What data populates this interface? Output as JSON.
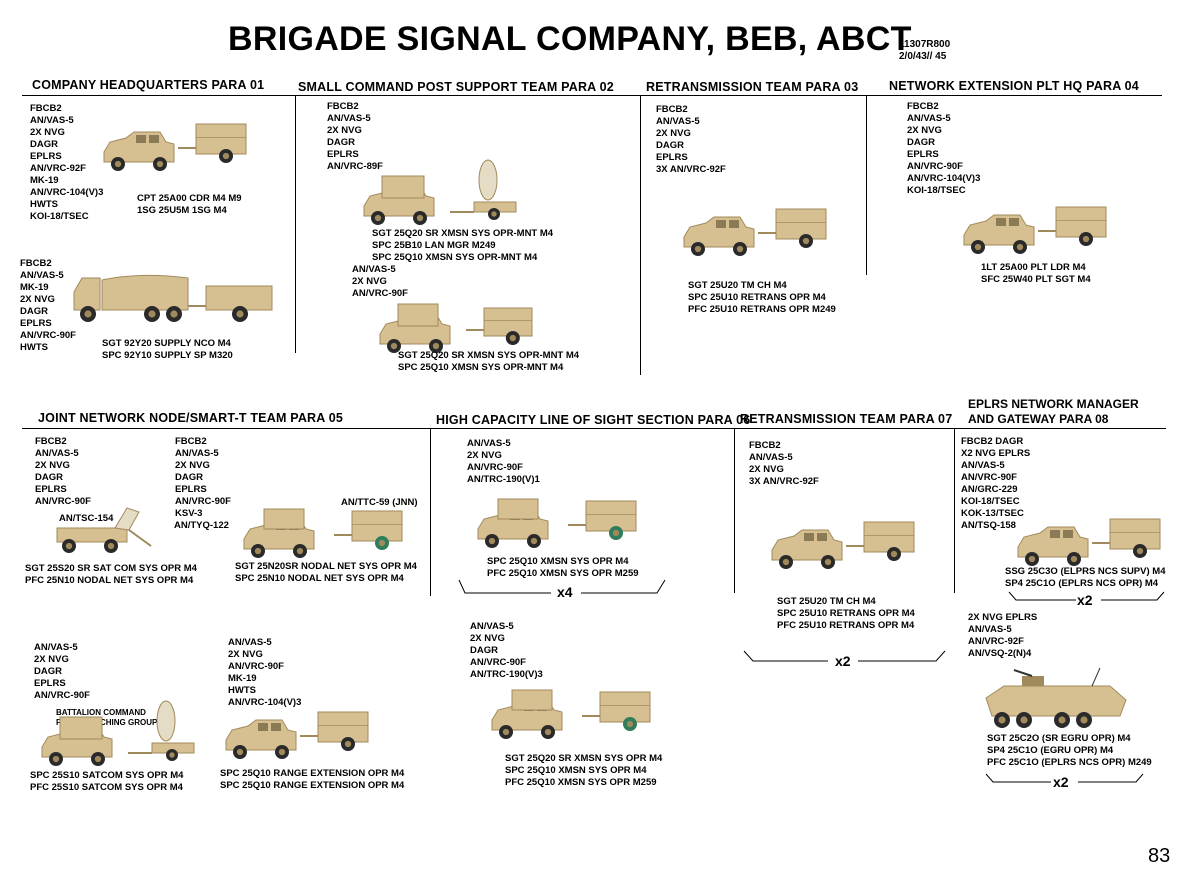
{
  "title": "BRIGADE SIGNAL COMPANY, BEB, ABCT",
  "code": [
    "11307R800",
    "2/0/43// 45"
  ],
  "page_number": "83",
  "colors": {
    "vehicle": "#d6c092",
    "vehicle_dark": "#a08a5c",
    "tire": "#2a2a2a",
    "green_wheel": "#2f7d5a"
  },
  "sections": {
    "p01": {
      "header": "COMPANY HEADQUARTERS  PARA 01",
      "eq1": [
        "FBCB2",
        "AN/VAS-5",
        "2X NVG",
        "DAGR",
        "EPLRS",
        "AN/VRC-92F",
        "MK-19",
        "AN/VRC-104(V)3",
        "HWTS",
        "KOI-18/TSEC"
      ],
      "pers1": [
        "CPT 25A00 CDR M4 M9",
        "1SG 25U5M 1SG M4"
      ],
      "eq2": [
        "FBCB2",
        "AN/VAS-5",
        "MK-19",
        "2X NVG",
        "DAGR",
        "EPLRS",
        "AN/VRC-90F",
        "HWTS"
      ],
      "pers2": [
        "SGT 92Y20 SUPPLY NCO M4",
        "SPC 92Y10 SUPPLY SP M320"
      ]
    },
    "p02": {
      "header": "SMALL COMMAND POST SUPPORT TEAM PARA 02",
      "eq1": [
        "FBCB2",
        "AN/VAS-5",
        "2X NVG",
        "DAGR",
        "EPLRS",
        "AN/VRC-89F"
      ],
      "pers1": [
        "SGT 25Q20 SR XMSN SYS OPR-MNT M4",
        "SPC 25B10 LAN MGR M249",
        "SPC 25Q10 XMSN SYS OPR-MNT M4"
      ],
      "eq2": [
        "AN/VAS-5",
        "2X NVG",
        "AN/VRC-90F"
      ],
      "pers2": [
        "SGT 25Q20 SR XMSN SYS OPR-MNT M4",
        "SPC 25Q10 XMSN SYS OPR-MNT M4"
      ]
    },
    "p03": {
      "header": "RETRANSMISSION TEAM  PARA 03",
      "eq1": [
        "FBCB2",
        "AN/VAS-5",
        "2X NVG",
        "DAGR",
        "EPLRS",
        "3X AN/VRC-92F"
      ],
      "pers1": [
        "SGT 25U20 TM CH M4",
        "SPC 25U10 RETRANS OPR M4",
        "PFC 25U10 RETRANS OPR M249"
      ]
    },
    "p04": {
      "header": "NETWORK EXTENSION PLT HQ  PARA 04",
      "eq1": [
        "FBCB2",
        "AN/VAS-5",
        "2X NVG",
        "DAGR",
        "EPLRS",
        "AN/VRC-90F",
        "AN/VRC-104(V)3",
        "KOI-18/TSEC"
      ],
      "pers1": [
        "1LT 25A00 PLT LDR M4",
        "SFC 25W40 PLT SGT M4"
      ]
    },
    "p05": {
      "header": "JOINT NETWORK NODE/SMART-T TEAM  PARA 05",
      "eq1": [
        "FBCB2",
        "AN/VAS-5",
        "2X NVG",
        "DAGR",
        "EPLRS",
        "AN/VRC-90F"
      ],
      "lbl1": "AN/TSC-154",
      "pers1": [
        "SGT 25S20 SR SAT COM SYS OPR M4",
        "PFC 25N10 NODAL NET SYS OPR M4"
      ],
      "eq2": [
        "FBCB2",
        "AN/VAS-5",
        "2X NVG",
        "DAGR",
        "EPLRS",
        "AN/VRC-90F",
        "KSV-3"
      ],
      "lbl2a": " AN/TYQ-122",
      "lbl2b": "AN/TTC-59 (JNN)",
      "pers2": [
        "SGT 25N20SR NODAL NET SYS OPR M4",
        "SPC 25N10 NODAL NET SYS OPR M4"
      ],
      "eq3": [
        "AN/VAS-5",
        "2X NVG",
        "DAGR",
        "EPLRS",
        "AN/VRC-90F"
      ],
      "lbl3": [
        "BATTALION COMMAND",
        "POST SWITCHING GROUP"
      ],
      "pers3": [
        "SPC 25S10 SATCOM SYS OPR M4",
        "PFC 25S10 SATCOM SYS OPR M4"
      ],
      "eq4": [
        "AN/VAS-5",
        "2X NVG",
        "AN/VRC-90F",
        "MK-19",
        "HWTS",
        "AN/VRC-104(V)3"
      ],
      "pers4": [
        "SPC 25Q10 RANGE EXTENSION OPR M4",
        "SPC 25Q10 RANGE EXTENSION OPR M4"
      ]
    },
    "p06": {
      "header": "HIGH CAPACITY LINE OF SIGHT SECTION  PARA 06",
      "eq1": [
        "AN/VAS-5",
        "2X NVG",
        "AN/VRC-90F",
        " AN/TRC-190(V)1"
      ],
      "pers1": [
        "SPC 25Q10 XMSN SYS OPR M4",
        "PFC 25Q10 XMSN SYS OPR M259"
      ],
      "mult1": "x4",
      "eq2": [
        "AN/VAS-5",
        "2X NVG",
        "DAGR",
        "AN/VRC-90F",
        "AN/TRC-190(V)3"
      ],
      "pers2": [
        "SGT 25Q20 SR XMSN SYS OPR M4",
        "SPC 25Q10 XMSN SYS OPR M4",
        "PFC 25Q10 XMSN SYS OPR M259"
      ]
    },
    "p07": {
      "header": "RETRANSMISSION TEAM  PARA 07",
      "eq1": [
        "FBCB2",
        "AN/VAS-5",
        "2X NVG",
        "3X AN/VRC-92F"
      ],
      "pers1": [
        "SGT 25U20 TM CH M4",
        "SPC 25U10 RETRANS OPR M4",
        "PFC 25U10 RETRANS OPR M4"
      ],
      "mult1": "x2"
    },
    "p08": {
      "header": [
        "EPLRS NETWORK MANAGER",
        "AND GATEWAY  PARA 08"
      ],
      "eq1": [
        "FBCB2   DAGR",
        "X2 NVG   EPLRS",
        "AN/VAS-5",
        "AN/VRC-90F",
        "AN/GRC-229",
        "KOI-18/TSEC",
        "KOK-13/TSEC",
        "AN/TSQ-158"
      ],
      "pers1": [
        "SSG 25C3O (ELPRS NCS SUPV) M4",
        "SP4 25C1O (EPLRS NCS OPR) M4"
      ],
      "mult1": "x2",
      "eq2": [
        "2X NVG   EPLRS",
        "AN/VAS-5",
        "AN/VRC-92F",
        "AN/VSQ-2(N)4"
      ],
      "pers2": [
        "SGT 25C2O (SR EGRU OPR) M4",
        "SP4 25C1O (EGRU OPR) M4",
        "PFC 25C1O (EPLRS NCS OPR) M249"
      ],
      "mult2": "x2"
    }
  }
}
